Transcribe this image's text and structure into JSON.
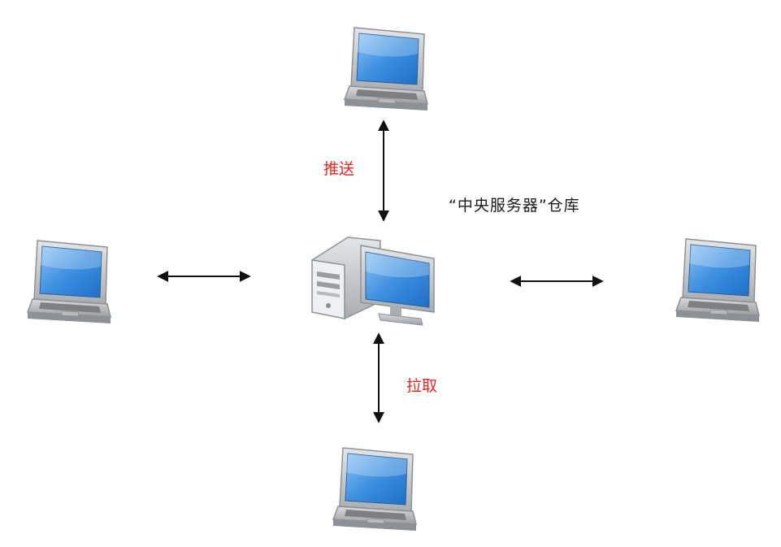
{
  "diagram": {
    "labels": {
      "push": "推送",
      "pull": "拉取",
      "central_repo": "“中央服务器”仓库"
    },
    "nodes": [
      {
        "id": "laptop-top",
        "kind": "laptop-icon"
      },
      {
        "id": "laptop-left",
        "kind": "laptop-icon"
      },
      {
        "id": "laptop-right",
        "kind": "laptop-icon"
      },
      {
        "id": "laptop-bottom",
        "kind": "laptop-icon"
      },
      {
        "id": "server",
        "kind": "server-computer-icon"
      }
    ],
    "edges": [
      {
        "from": "laptop-top",
        "to": "server",
        "label_key": "push"
      },
      {
        "from": "laptop-bottom",
        "to": "server",
        "label_key": "pull"
      },
      {
        "from": "laptop-left",
        "to": "server"
      },
      {
        "from": "laptop-right",
        "to": "server"
      }
    ],
    "colors": {
      "label_red": "#e8241c",
      "arrow": "#111111",
      "screen_blue": "#3d8fe0",
      "casing_gray": "#bfc3c6"
    }
  }
}
